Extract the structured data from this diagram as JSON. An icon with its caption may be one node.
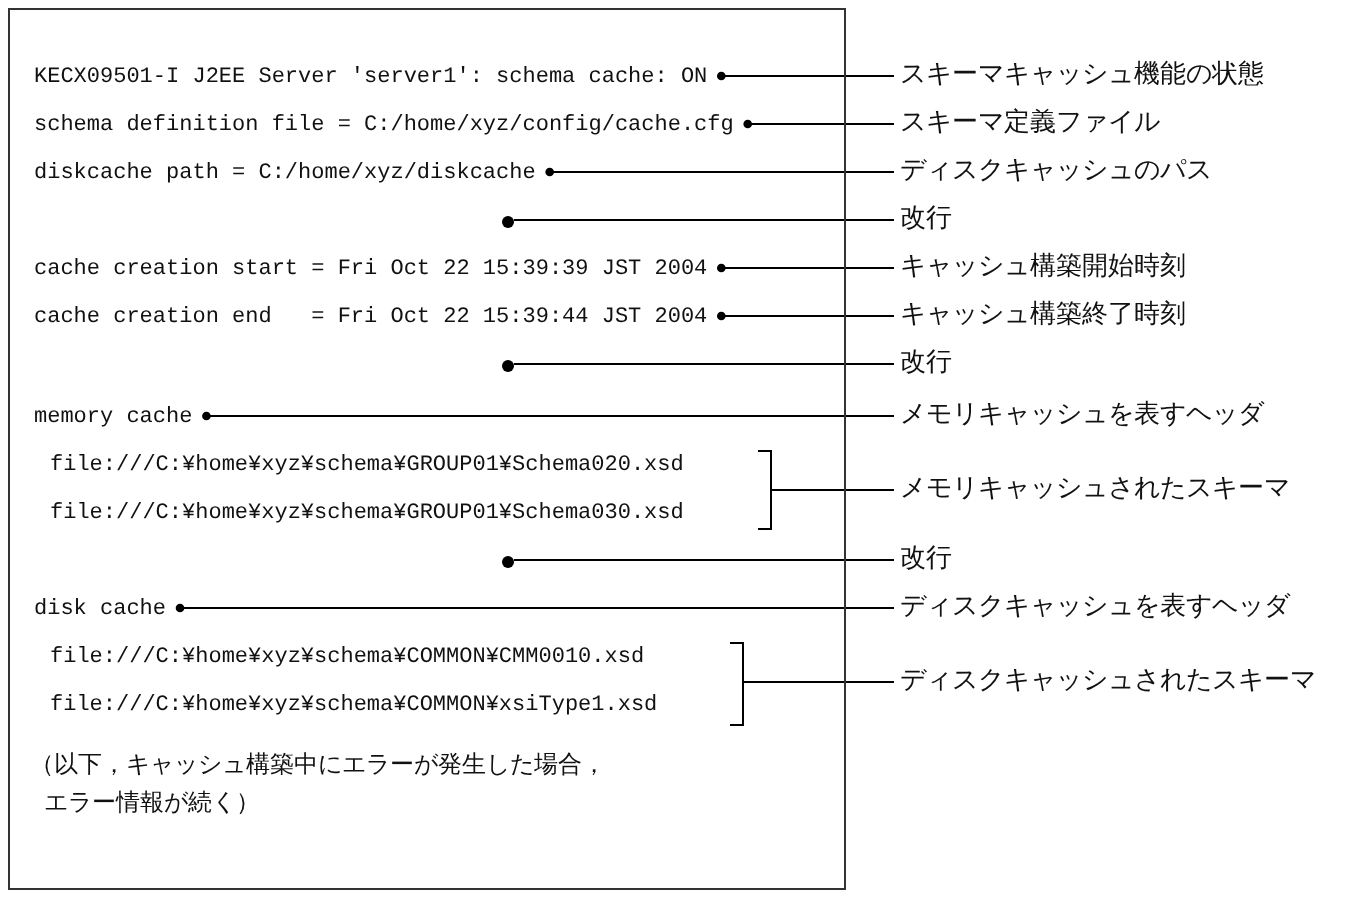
{
  "diagram": {
    "nodes": [
      {
        "text": [],
        "shape": "box"
      },
      {
        "text": [
          "KECX09501-I J2EE Server 'server1': schema cache: ON"
        ],
        "in": 0
      },
      {
        "text": [
          "schema definition file = C:/home/xyz/config/cache.cfg"
        ],
        "in": 0
      },
      {
        "text": [
          "diskcache path = C:/home/xyz/diskcache"
        ],
        "in": 0
      },
      {
        "text": [
          "cache creation start = Fri Oct 22 15:39:39 JST 2004"
        ],
        "in": 0
      },
      {
        "text": [
          "cache creation end   = Fri Oct 22 15:39:44 JST 2004"
        ],
        "in": 0
      },
      {
        "text": [
          "memory cache"
        ],
        "in": 0
      },
      {
        "text": [
          "file:///C:¥home¥xyz¥schema¥GROUP01¥Schema020.xsd"
        ],
        "in": 0
      },
      {
        "text": [
          "file:///C:¥home¥xyz¥schema¥GROUP01¥Schema030.xsd"
        ],
        "in": 0
      },
      {
        "text": [],
        "shape": "bracket",
        "in": 0
      },
      {
        "text": [
          "disk cache"
        ],
        "in": 0
      },
      {
        "text": [
          "file:///C:¥home¥xyz¥schema¥COMMON¥CMM0010.xsd"
        ],
        "in": 0
      },
      {
        "text": [
          "file:///C:¥home¥xyz¥schema¥COMMON¥xsiType1.xsd"
        ],
        "in": 0
      },
      {
        "text": [],
        "shape": "bracket",
        "in": 0
      },
      {
        "text": [
          "（以下，キャッシュ構築中にエラーが発生した場合，エラー情報が続く）"
        ],
        "in": 0
      },
      {
        "text": [
          "スキーマキャッシュ機能の状態"
        ]
      },
      {
        "text": [
          "スキーマ定義ファイル"
        ]
      },
      {
        "text": [
          "ディスクキャッシュのパス"
        ]
      },
      {
        "text": [
          "改行"
        ]
      },
      {
        "text": [
          "キャッシュ構築開始時刻"
        ]
      },
      {
        "text": [
          "キャッシュ構築終了時刻"
        ]
      },
      {
        "text": [
          "改行"
        ]
      },
      {
        "text": [
          "メモリキャッシュを表すヘッダ"
        ]
      },
      {
        "text": [
          "メモリキャッシュされたスキーマ"
        ]
      },
      {
        "text": [
          "改行"
        ]
      },
      {
        "text": [
          "ディスクキャッシュを表すヘッダ"
        ]
      },
      {
        "text": [
          "ディスクキャッシュされたスキーマ"
        ]
      },
      {
        "text": [],
        "shape": "circle",
        "in": 0
      },
      {
        "text": [],
        "shape": "circle",
        "in": 0
      },
      {
        "text": [],
        "shape": "circle",
        "in": 0
      }
    ],
    "edges": [
      {
        "from": 15,
        "to": 1,
        "arrow": "other"
      },
      {
        "from": 16,
        "to": 2,
        "arrow": "other"
      },
      {
        "from": 17,
        "to": 3,
        "arrow": "other"
      },
      {
        "from": 18,
        "to": 27,
        "arrow": "none"
      },
      {
        "from": 19,
        "to": 4,
        "arrow": "other"
      },
      {
        "from": 20,
        "to": 5,
        "arrow": "other"
      },
      {
        "from": 21,
        "to": 28,
        "arrow": "none"
      },
      {
        "from": 22,
        "to": 6,
        "arrow": "other"
      },
      {
        "from": 23,
        "to": 9,
        "arrow": "none"
      },
      {
        "from": 24,
        "to": 29,
        "arrow": "none"
      },
      {
        "from": 25,
        "to": 10,
        "arrow": "other"
      },
      {
        "from": 26,
        "to": 13,
        "arrow": "none"
      }
    ]
  }
}
